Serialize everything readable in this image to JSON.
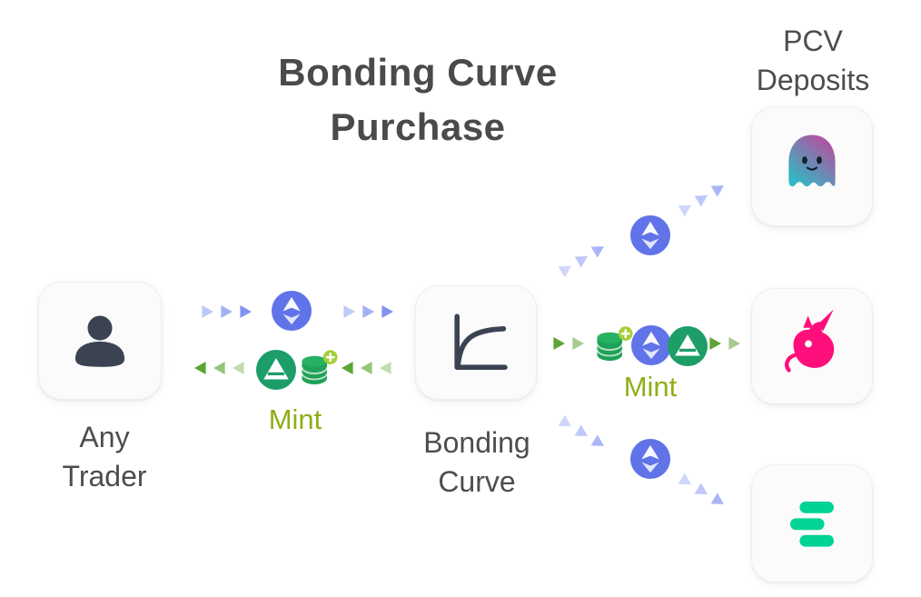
{
  "title": "Bonding Curve Purchase",
  "nodes": {
    "any_trader": {
      "label": "Any Trader",
      "icon": "person-icon"
    },
    "bonding_curve": {
      "label": "Bonding Curve",
      "icon": "bonding-curve-chart-icon"
    },
    "pcv_deposits": {
      "label": "PCV Deposits"
    },
    "aave": {
      "icon": "aave-ghost-icon"
    },
    "uniswap": {
      "icon": "uniswap-unicorn-icon"
    },
    "compound": {
      "icon": "compound-bars-icon"
    }
  },
  "flows": {
    "mint_in": {
      "label": "Mint"
    },
    "mint_out": {
      "label": "Mint"
    }
  },
  "icons": {
    "eth": "ethereum-icon",
    "coins": "coins-plus-icon",
    "fei": "fei-mountain-icon"
  },
  "colors": {
    "text_gray": "#4d4d4d",
    "mint_green": "#8fae17",
    "eth_circle_blue": "#6173e8",
    "arrow_blue": "#8093f0",
    "arrow_green": "#5ca433",
    "arrow_light_blue": "#a9b5f7",
    "coin_green": "#1fa257",
    "coin_plus_badge": "#a5cf39",
    "fei_green": "#1d9e69",
    "aave_purple": "#b6509e",
    "aave_teal": "#2ebac6",
    "uniswap_pink": "#ff0f7b",
    "compound_teal": "#00d395",
    "icon_slate": "#3b4353",
    "card_bg": "#fbfbfb"
  }
}
